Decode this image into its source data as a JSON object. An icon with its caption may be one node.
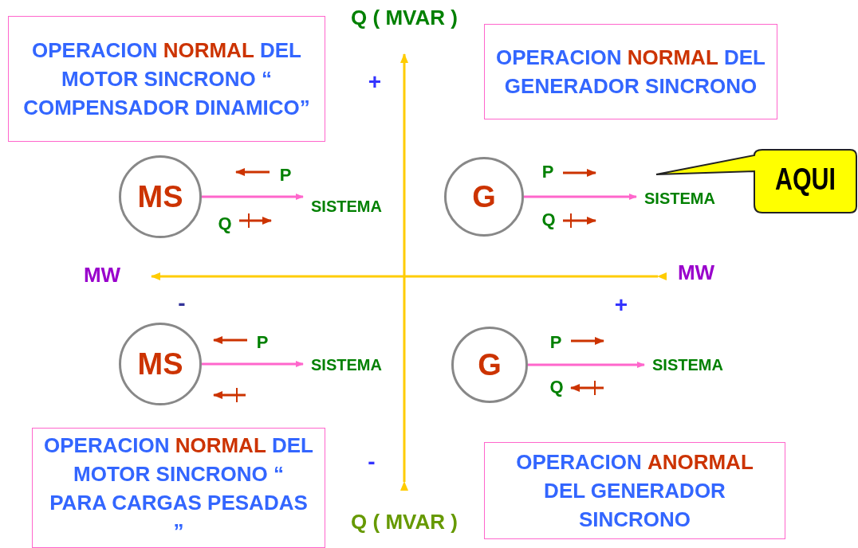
{
  "diagram": {
    "nodes": [
      {
        "text": [
          "OPERACION **NORMAL** DEL MOTOR SINCRONO “ COMPENSADOR DINAMICO”"
        ]
      },
      {
        "text": [
          "OPERACION **NORMAL** DEL GENERADOR SINCRONO"
        ]
      },
      {
        "text": [
          "MS"
        ]
      },
      {
        "text": [
          "SISTEMA"
        ]
      },
      {
        "text": [
          "G"
        ]
      },
      {
        "text": [
          "SISTEMA"
        ]
      },
      {
        "text": [
          "AQUI"
        ]
      },
      {
        "text": [
          "MS"
        ]
      },
      {
        "text": [
          "SISTEMA"
        ]
      },
      {
        "text": [
          "G"
        ]
      },
      {
        "text": [
          "SISTEMA"
        ]
      },
      {
        "text": [
          "OPERACION **NORMAL** DEL MOTOR SINCRONO “ PARA CARGAS PESADAS ”"
        ]
      },
      {
        "text": [
          "OPERACION **ANORMAL** DEL GENERADOR SINCRONO"
        ]
      }
    ],
    "edges": [
      {
        "from": 2,
        "to": 3,
        "arrow": "to"
      },
      {
        "from": 4,
        "to": 5,
        "arrow": "to"
      },
      {
        "from": 7,
        "to": 8,
        "arrow": "to"
      },
      {
        "from": 9,
        "to": 10,
        "arrow": "to"
      }
    ],
    "labels": [
      "Q ( MVAR )",
      "+",
      "P",
      "Q",
      "P",
      "Q",
      "MW",
      "MW",
      "-",
      "+",
      "P",
      "P",
      "Q",
      "-",
      "Q ( MVAR )"
    ]
  }
}
